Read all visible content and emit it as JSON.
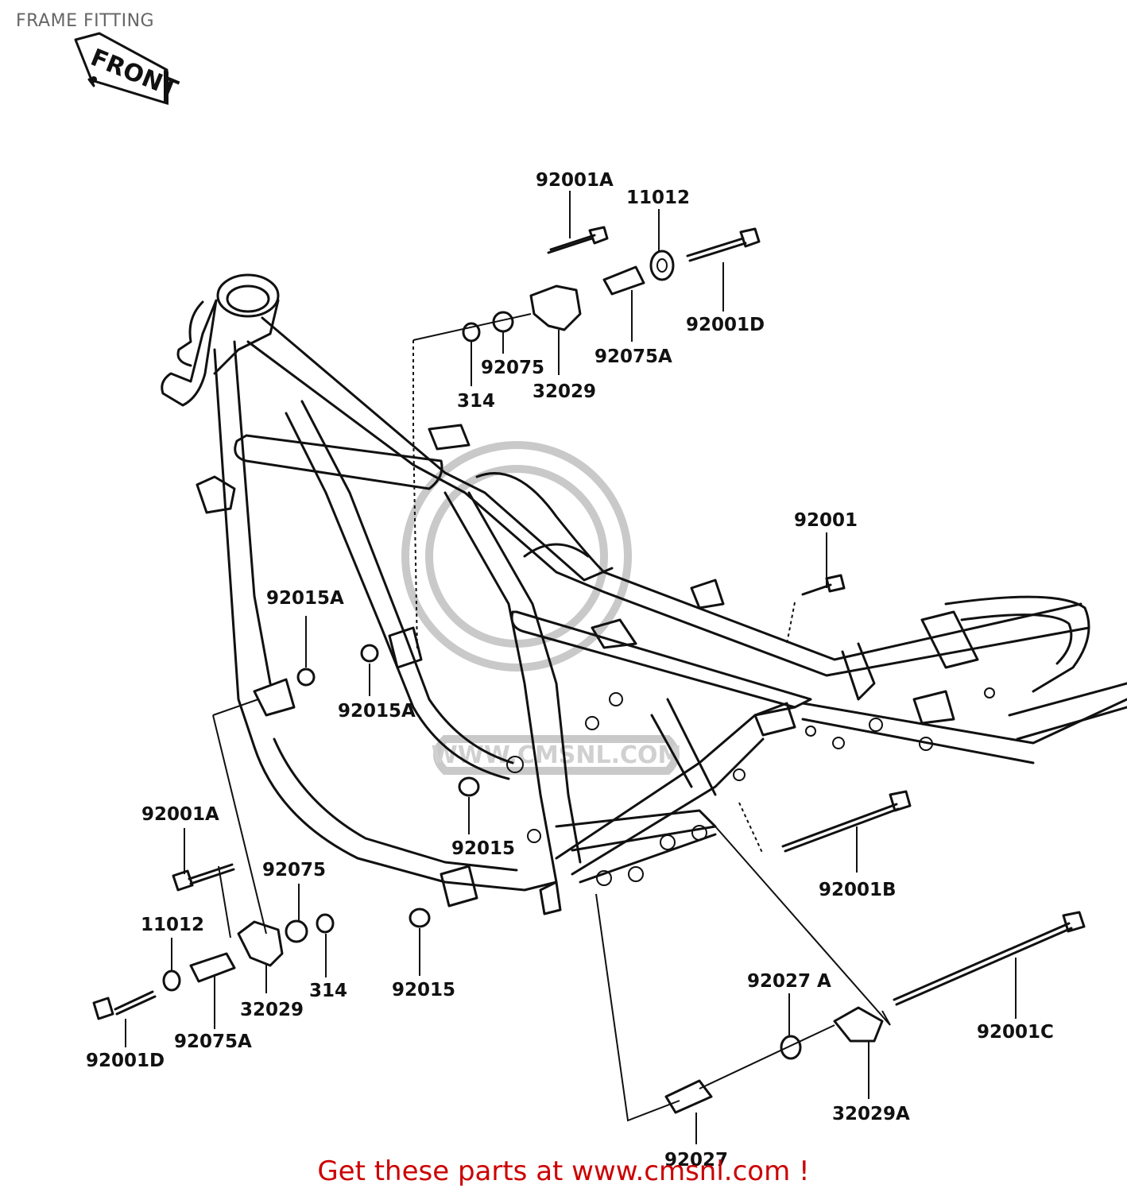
{
  "title": "FRAME FITTING",
  "direction_marker": "FRONT",
  "watermark": "WWW.CMSNL.COM",
  "labels": {
    "top_92001A": "92001A",
    "top_11012": "11012",
    "top_92001D": "92001D",
    "top_92075": "92075",
    "top_92075A": "92075A",
    "top_32029": "32029",
    "top_314": "314",
    "right_92001": "92001",
    "mid_92015A_left": "92015A",
    "mid_92015A_right": "92015A",
    "mid_92015": "92015",
    "low_92015": "92015",
    "left_92001A": "92001A",
    "left_92075": "92075",
    "left_11012": "11012",
    "left_314": "314",
    "left_32029": "32029",
    "left_92075A": "92075A",
    "left_92001D": "92001D",
    "right_92001B": "92001B",
    "right_92027A": "92027 A",
    "right_92001C": "92001C",
    "right_32029A": "32029A",
    "bottom_92027": "92027"
  },
  "promo_text": "Get these parts at www.cmsnl.com !",
  "colors": {
    "line": "#111111",
    "promo": "#cc0000",
    "title": "#666666",
    "watermark": "#c9c9c9"
  }
}
